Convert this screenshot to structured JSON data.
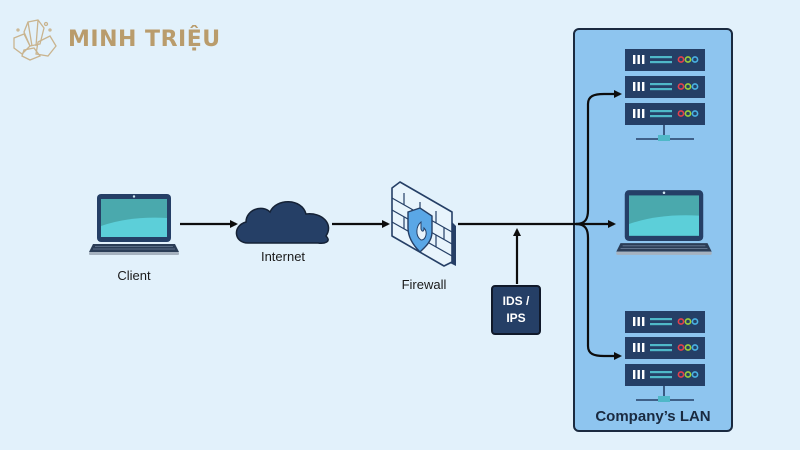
{
  "brand": {
    "name": "MINH TRIỆU",
    "icon": "crystal-logo-icon",
    "color": "#b99c6c"
  },
  "diagram": {
    "title": "Network security topology with firewall and IDS/IPS",
    "nodes": [
      {
        "id": "client",
        "label": "Client",
        "icon": "laptop-icon"
      },
      {
        "id": "internet",
        "label": "Internet",
        "icon": "cloud-icon"
      },
      {
        "id": "firewall",
        "label": "Firewall",
        "icon": "firewall-shield-icon"
      },
      {
        "id": "ids_ips",
        "label_line1": "IDS /",
        "label_line2": "IPS",
        "icon": "box"
      },
      {
        "id": "server_group_top",
        "icon": "server-rack-icon"
      },
      {
        "id": "lan_laptop",
        "icon": "laptop-icon"
      },
      {
        "id": "server_group_bottom",
        "icon": "server-rack-icon"
      }
    ],
    "edges": [
      {
        "from": "client",
        "to": "internet"
      },
      {
        "from": "internet",
        "to": "firewall"
      },
      {
        "from": "firewall",
        "to": "lan_laptop"
      },
      {
        "from": "firewall",
        "to": "server_group_top"
      },
      {
        "from": "firewall",
        "to": "server_group_bottom"
      },
      {
        "from": "ids_ips",
        "to": "firewall-link"
      }
    ],
    "lan": {
      "label": "Company’s LAN",
      "fill": "#8ec5ef"
    },
    "colors": {
      "background": "#e2f1fb",
      "device_dark": "#253f66",
      "screen": "#4fb8c8",
      "arrow": "#0d0d0d"
    }
  }
}
